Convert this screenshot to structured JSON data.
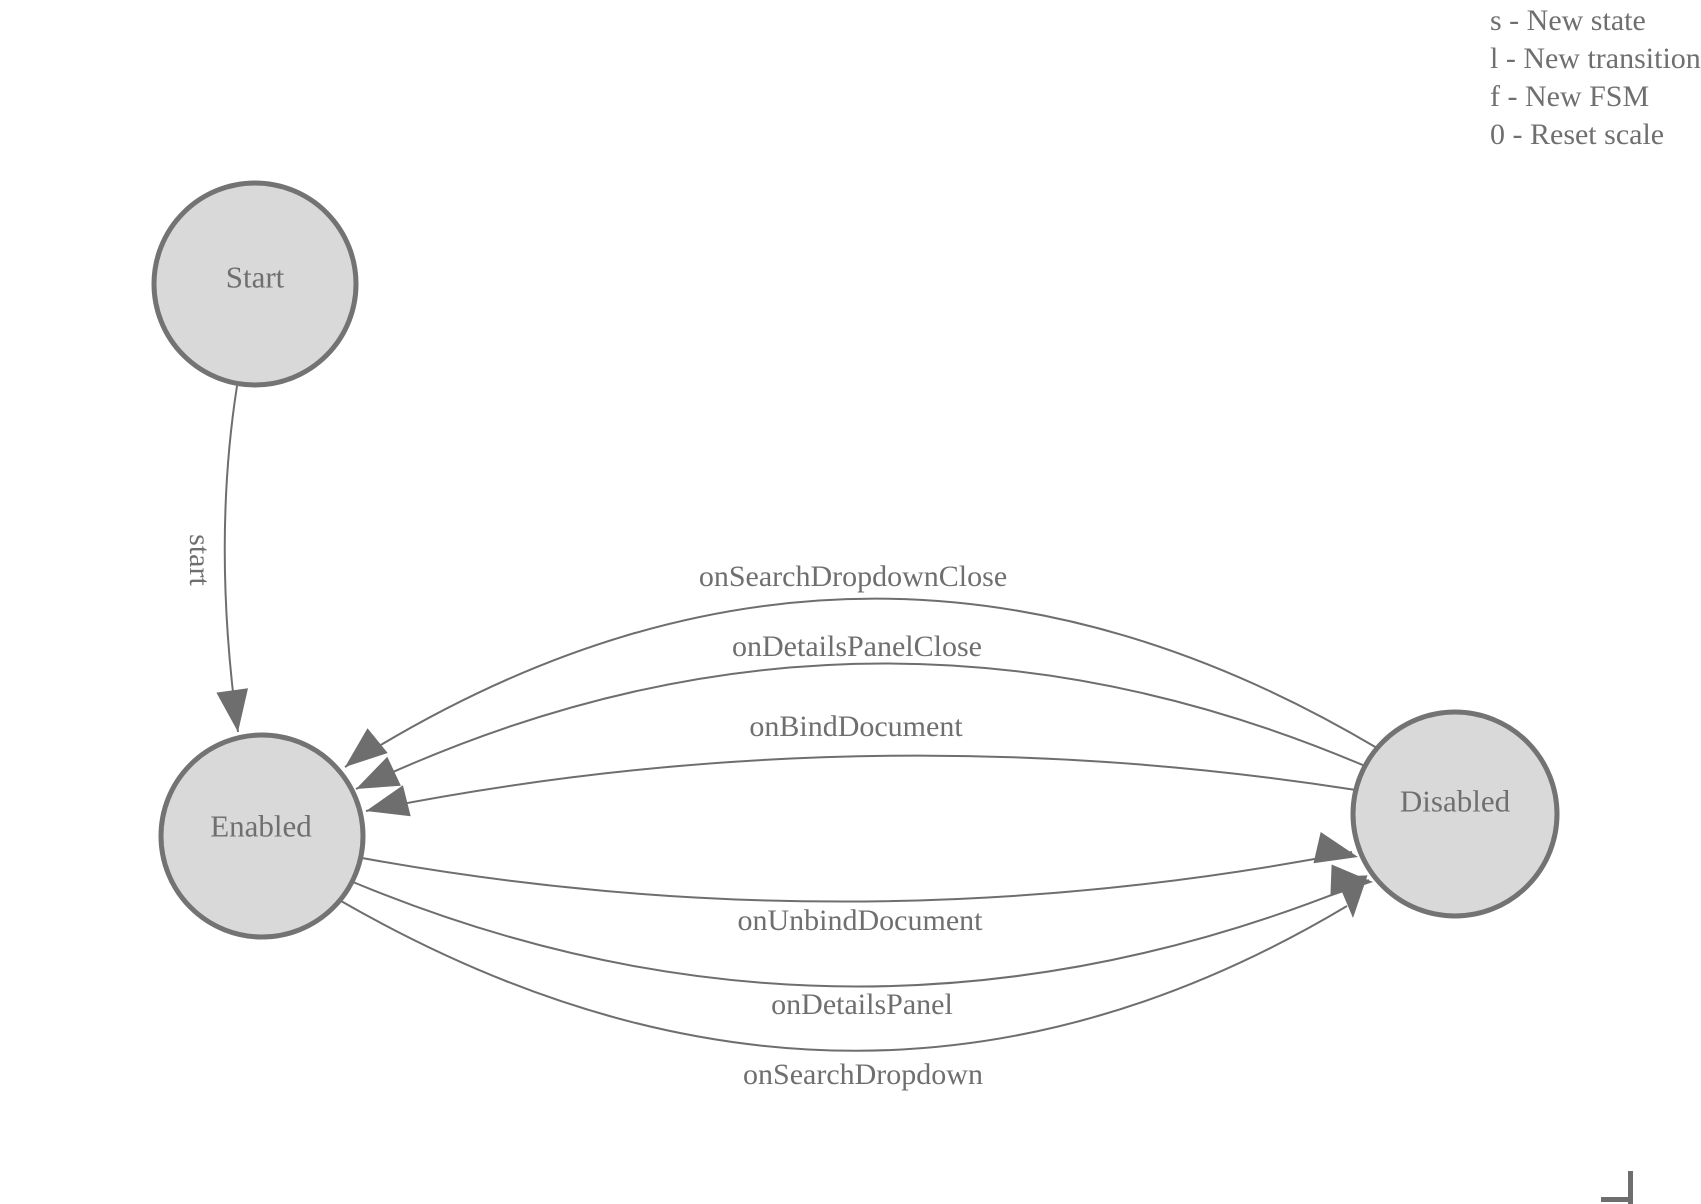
{
  "legend": {
    "items": [
      {
        "label": "s - New state"
      },
      {
        "label": "l - New transition"
      },
      {
        "label": "f - New FSM"
      },
      {
        "label": "0 - Reset scale"
      }
    ]
  },
  "states": [
    {
      "label": "Start"
    },
    {
      "label": "Enabled"
    },
    {
      "label": "Disabled"
    }
  ],
  "transitions": [
    {
      "label": "start",
      "from": "Start",
      "to": "Enabled"
    },
    {
      "label": "onSearchDropdownClose",
      "from": "Disabled",
      "to": "Enabled"
    },
    {
      "label": "onDetailsPanelClose",
      "from": "Disabled",
      "to": "Enabled"
    },
    {
      "label": "onBindDocument",
      "from": "Disabled",
      "to": "Enabled"
    },
    {
      "label": "onUnbindDocument",
      "from": "Enabled",
      "to": "Disabled"
    },
    {
      "label": "onDetailsPanel",
      "from": "Enabled",
      "to": "Disabled"
    },
    {
      "label": "onSearchDropdown",
      "from": "Enabled",
      "to": "Disabled"
    }
  ],
  "colors": {
    "state_fill": "#d9d9d9",
    "state_border": "#737373",
    "edge": "#6e6e6e",
    "arrow": "#6e6e6e",
    "text": "#6f6f6f"
  }
}
